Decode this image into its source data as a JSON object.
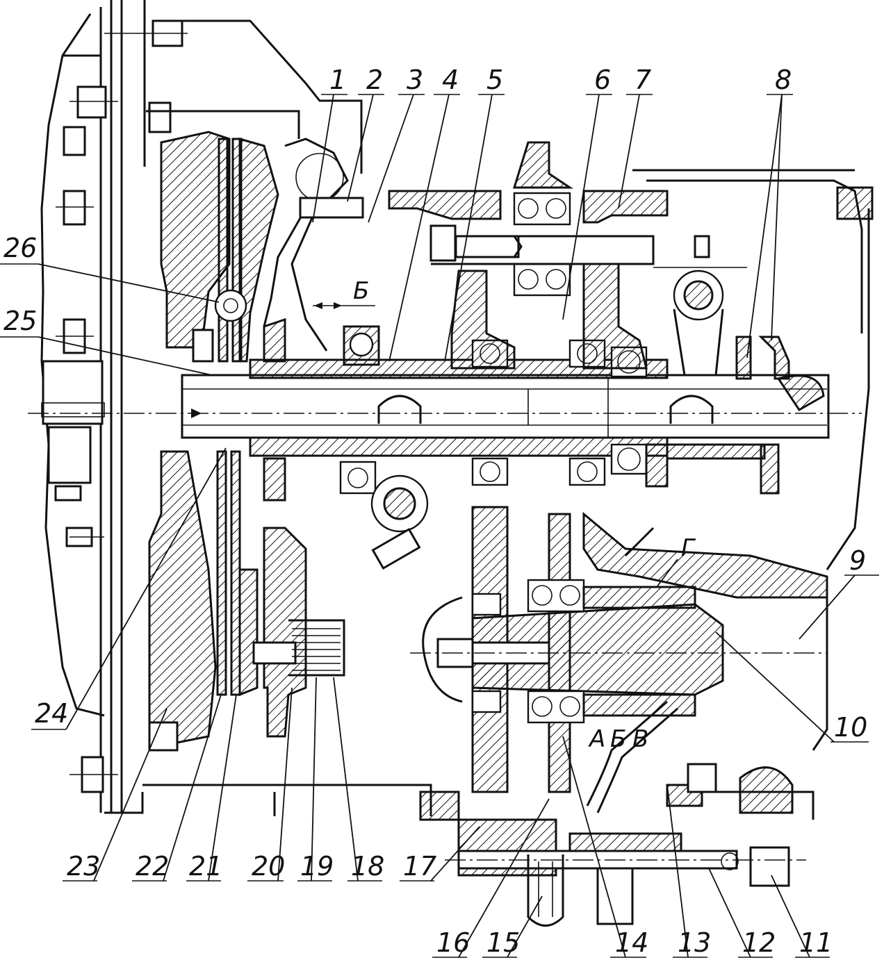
{
  "callouts_top": [
    "1",
    "2",
    "3",
    "4",
    "5",
    "6",
    "7",
    "8"
  ],
  "callouts_left": [
    "26",
    "25",
    "24"
  ],
  "callouts_bottom": [
    "23",
    "22",
    "21",
    "20",
    "19",
    "18",
    "17",
    "16",
    "15",
    "14",
    "13",
    "12",
    "11"
  ],
  "callouts_right": [
    "9",
    "10"
  ],
  "notes": {
    "dimension": "Б",
    "oil_channel": "Г",
    "chamber_a": "А",
    "chamber_b": "Б",
    "chamber_v": "В"
  }
}
